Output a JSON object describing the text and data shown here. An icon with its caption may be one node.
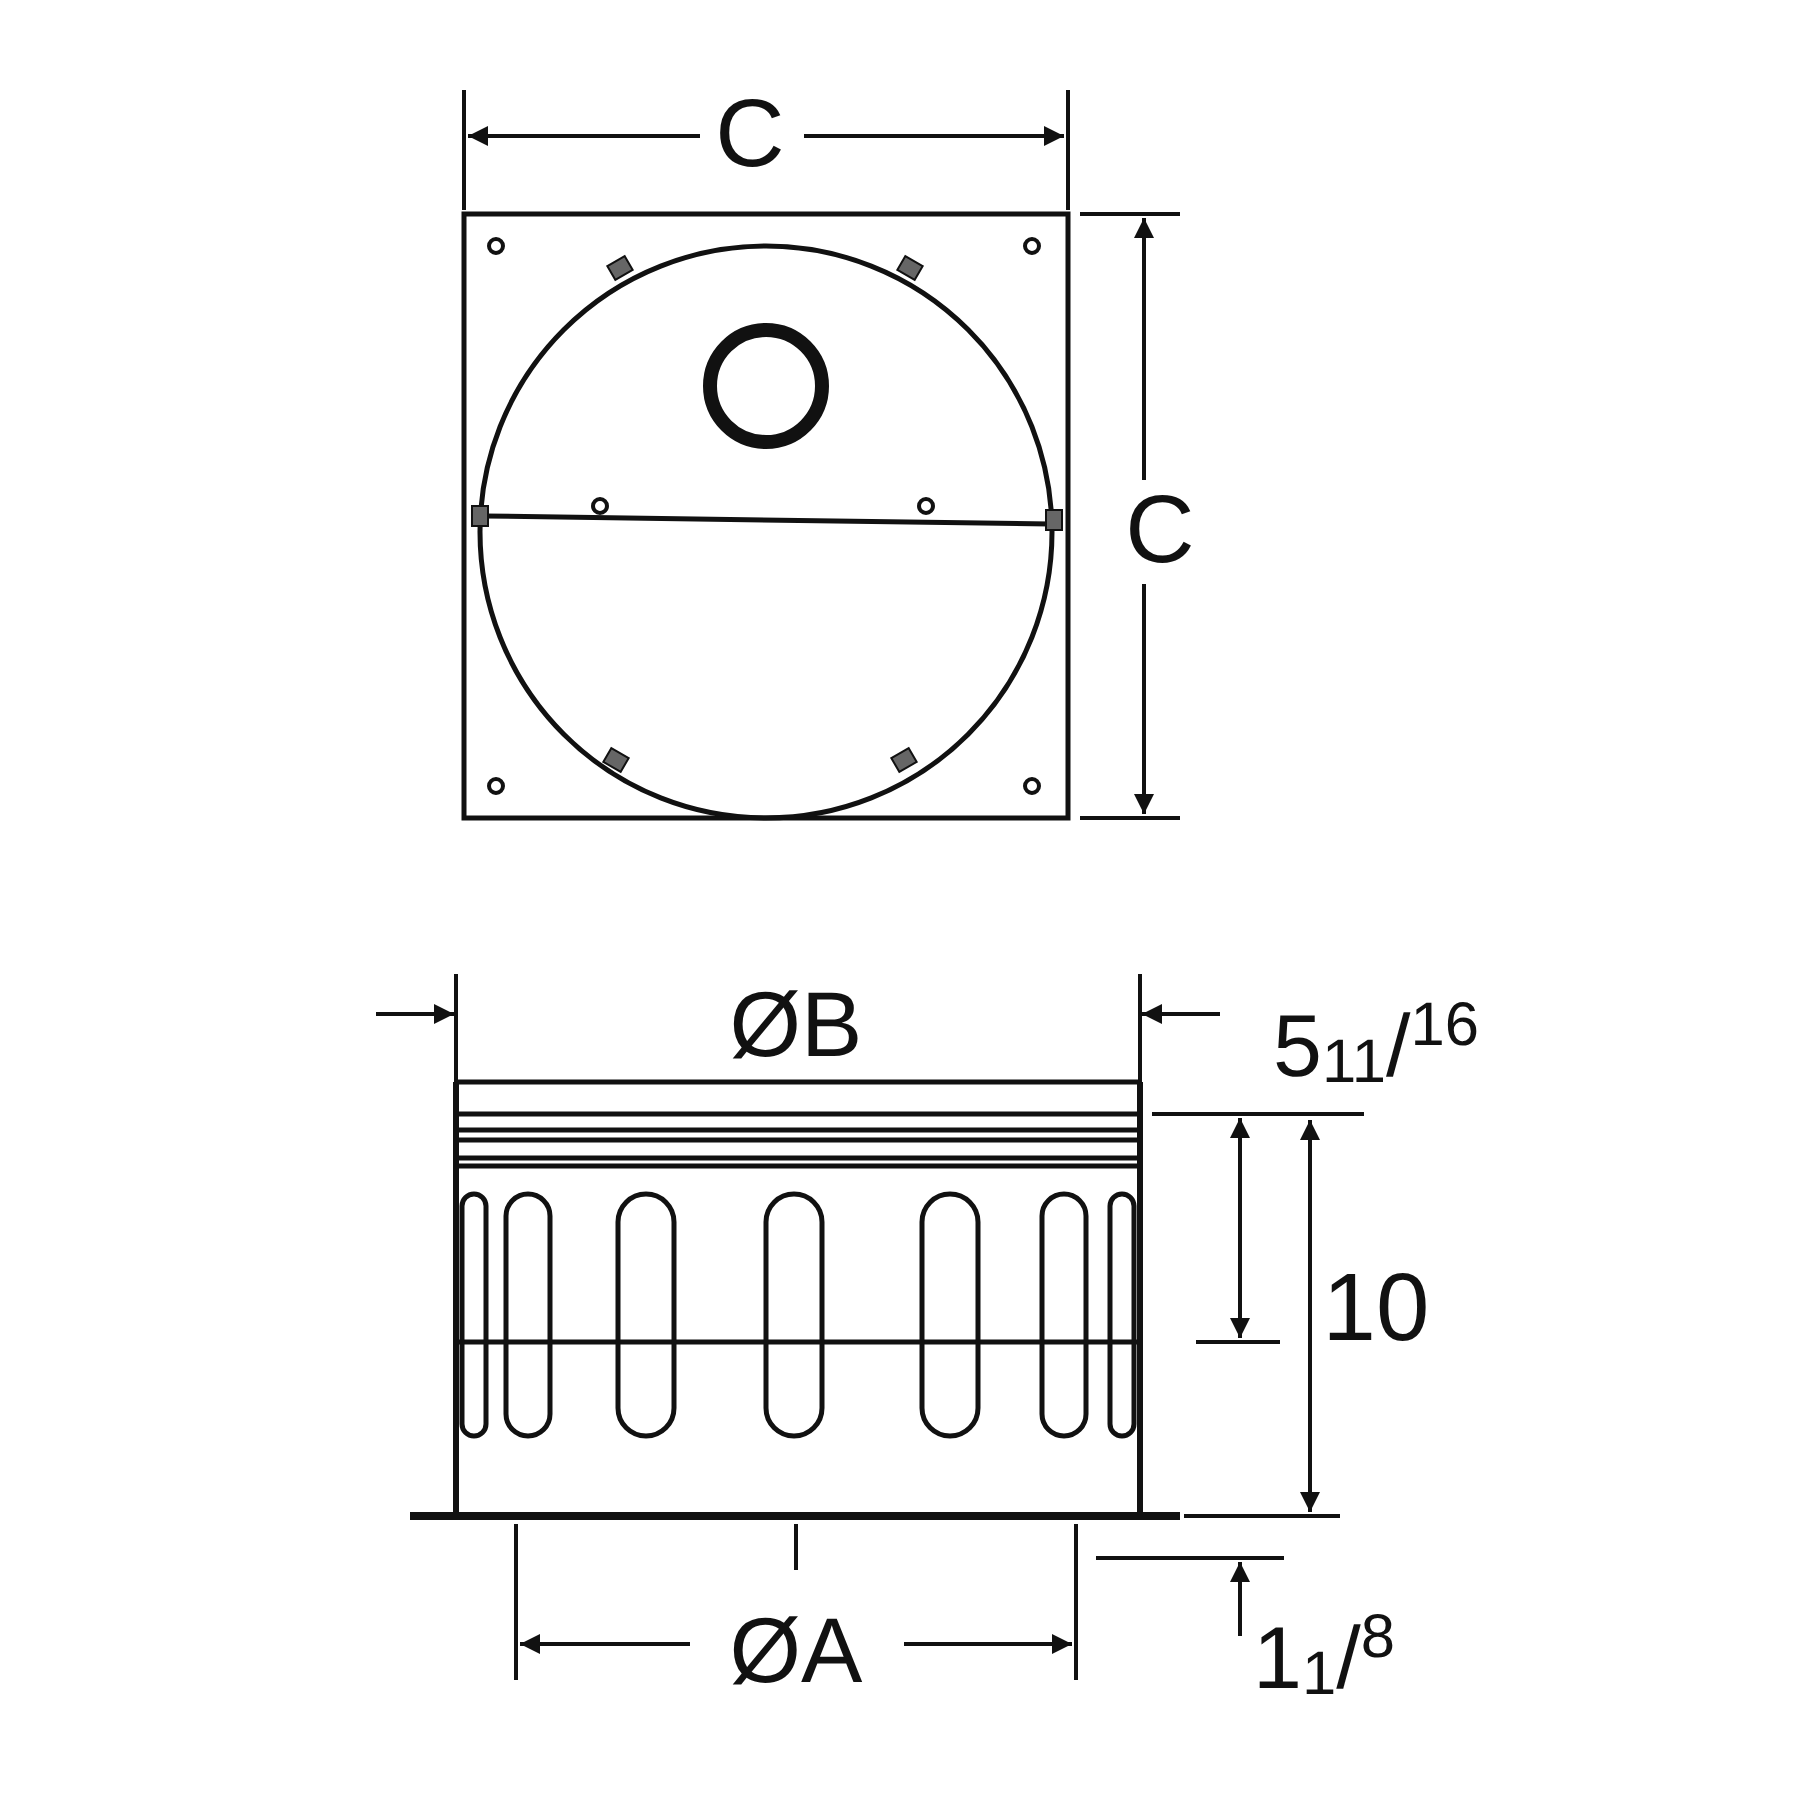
{
  "diagram": {
    "labels": [
      "C",
      "C",
      "ØB",
      "5$_{11}$/$^{16}$",
      "10",
      "ØA",
      "1$_{1}$/$^{8}$"
    ]
  }
}
